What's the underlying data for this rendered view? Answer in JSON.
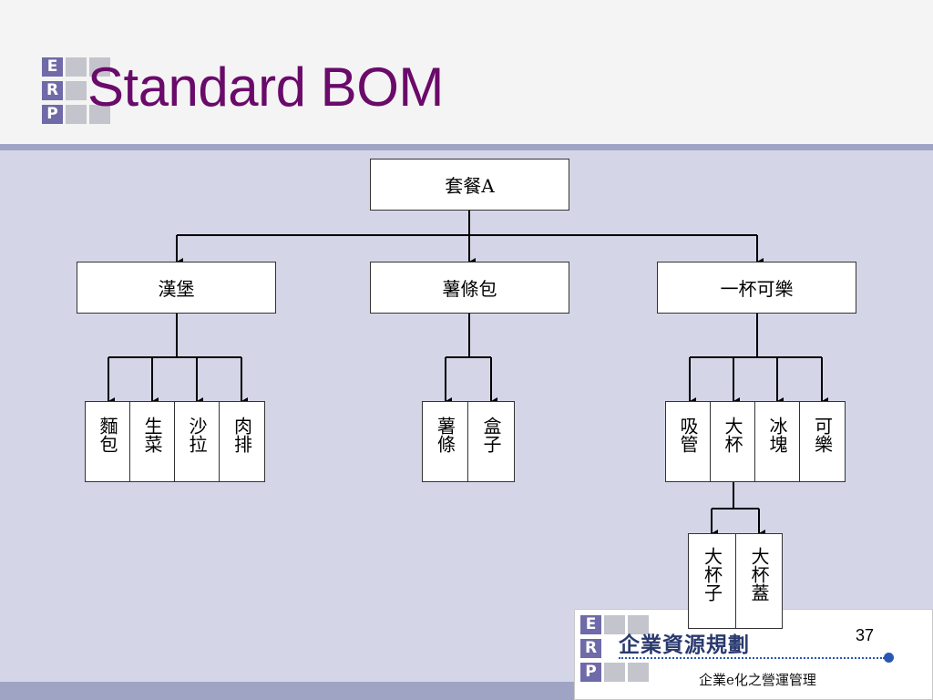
{
  "slide": {
    "title": "Standard BOM",
    "logo_letters": [
      "E",
      "R",
      "P"
    ],
    "page_number": "37"
  },
  "footer": {
    "title": "企業資源規劃",
    "subtitle": "企業e化之營運管理"
  },
  "bom": {
    "root": "套餐A",
    "hamburger": {
      "label": "漢堡",
      "parts": [
        "麵包",
        "生菜",
        "沙拉",
        "肉排"
      ]
    },
    "fries_pack": {
      "label": "薯條包",
      "parts": [
        "薯條",
        "盒子"
      ]
    },
    "cola": {
      "label": "一杯可樂",
      "parts": [
        "吸管",
        "大杯",
        "冰塊",
        "可樂"
      ]
    },
    "large_cup": {
      "parts": [
        "大杯子",
        "大杯蓋"
      ]
    }
  },
  "colors": {
    "title": "#6a0a6a",
    "background": "#d4d6e8",
    "header": "#f4f4f4",
    "logo_purple": "#6f6aa8",
    "logo_gray": "#c4c4cc"
  }
}
